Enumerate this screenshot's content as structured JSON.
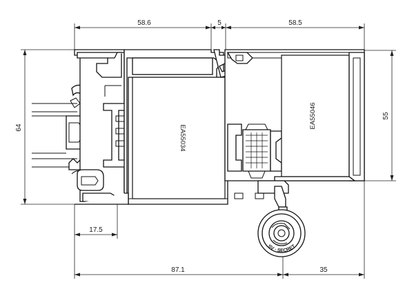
{
  "dimensions": {
    "top_left": "58.6",
    "top_gap": "5",
    "top_right": "58.5",
    "left_height": "64",
    "right_height": "55",
    "bottom_small": "17.5",
    "bottom_main": "87.1",
    "bottom_right": "35"
  },
  "profiles": {
    "left_insert": "EA55034",
    "right_insert": "EA55046"
  },
  "seal_label": "SV · SECRET"
}
